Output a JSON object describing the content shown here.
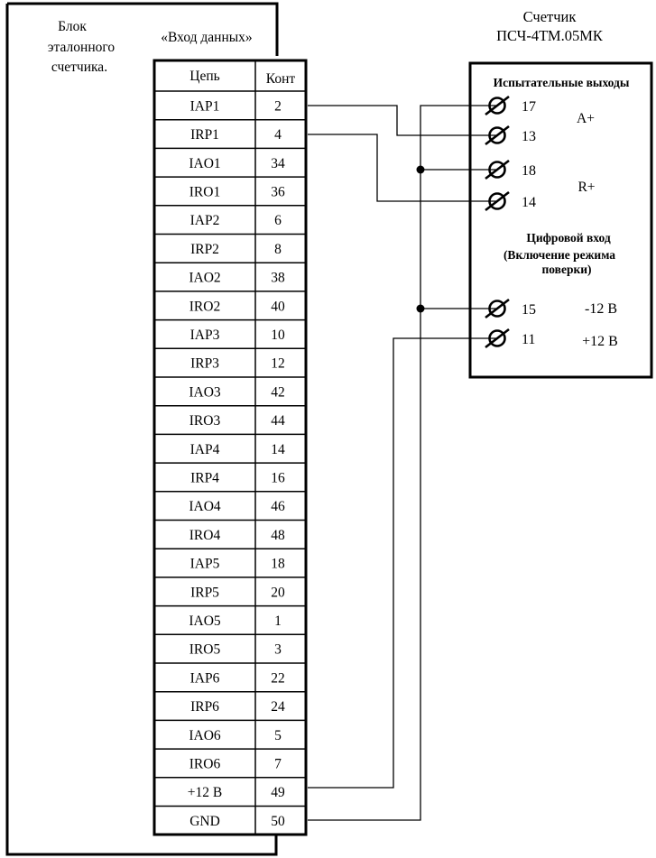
{
  "ref_block": {
    "title_lines": [
      "Блок",
      "эталонного",
      "счетчика."
    ],
    "connector_label": "«Вход данных»",
    "header_circuit": "Цепь",
    "header_contact": "Конт",
    "rows": [
      {
        "circuit": "IAP1",
        "contact": "2"
      },
      {
        "circuit": "IRP1",
        "contact": "4"
      },
      {
        "circuit": "IAO1",
        "contact": "34"
      },
      {
        "circuit": "IRO1",
        "contact": "36"
      },
      {
        "circuit": "IAP2",
        "contact": "6"
      },
      {
        "circuit": "IRP2",
        "contact": "8"
      },
      {
        "circuit": "IAO2",
        "contact": "38"
      },
      {
        "circuit": "IRO2",
        "contact": "40"
      },
      {
        "circuit": "IAP3",
        "contact": "10"
      },
      {
        "circuit": "IRP3",
        "contact": "12"
      },
      {
        "circuit": "IAO3",
        "contact": "42"
      },
      {
        "circuit": "IRO3",
        "contact": "44"
      },
      {
        "circuit": "IAP4",
        "contact": "14"
      },
      {
        "circuit": "IRP4",
        "contact": "16"
      },
      {
        "circuit": "IAO4",
        "contact": "46"
      },
      {
        "circuit": "IRO4",
        "contact": "48"
      },
      {
        "circuit": "IAP5",
        "contact": "18"
      },
      {
        "circuit": "IRP5",
        "contact": "20"
      },
      {
        "circuit": "IAO5",
        "contact": "1"
      },
      {
        "circuit": "IRO5",
        "contact": "3"
      },
      {
        "circuit": "IAP6",
        "contact": "22"
      },
      {
        "circuit": "IRP6",
        "contact": "24"
      },
      {
        "circuit": "IAO6",
        "contact": "5"
      },
      {
        "circuit": "IRO6",
        "contact": "7"
      },
      {
        "circuit": "+12 В",
        "contact": "49"
      },
      {
        "circuit": "GND",
        "contact": "50"
      }
    ]
  },
  "meter": {
    "title_lines": [
      "Счетчик",
      "ПСЧ-4ТМ.05МК"
    ],
    "test_outputs_label": "Испытательные выходы",
    "label_a": "A+",
    "label_r": "R+",
    "digital_input_lines": [
      "Цифровой вход",
      "(Включение режима",
      "поверки)"
    ],
    "label_minus12": "-12 В",
    "label_plus12": "+12 В",
    "terminals": [
      "17",
      "13",
      "18",
      "14",
      "15",
      "11"
    ]
  },
  "connections": [
    {
      "from": "2",
      "to": "13"
    },
    {
      "from": "4",
      "to": "14"
    },
    {
      "from": "49",
      "to": "11"
    },
    {
      "from": "50",
      "to": [
        "17",
        "18",
        "15"
      ]
    }
  ]
}
